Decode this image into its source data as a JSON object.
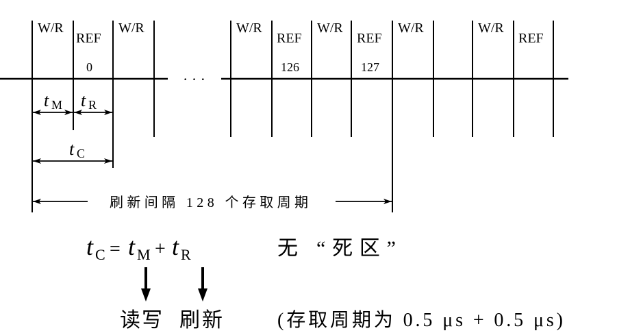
{
  "diagram": {
    "cells": [
      {
        "op": "W/R"
      },
      {
        "op": "REF",
        "row": "0"
      },
      {
        "op": "W/R"
      },
      {
        "op": "W/R"
      },
      {
        "op": "REF",
        "row": "126"
      },
      {
        "op": "W/R"
      },
      {
        "op": "REF",
        "row": "127"
      },
      {
        "op": "W/R"
      },
      {
        "op": "W/R"
      },
      {
        "op": "REF"
      }
    ],
    "ellipsis": "· · ·",
    "t_m": {
      "symbol": "t",
      "sub": "M"
    },
    "t_r": {
      "symbol": "t",
      "sub": "R"
    },
    "t_c": {
      "symbol": "t",
      "sub": "C"
    },
    "refresh_interval": "刷新间隔 128 个存取周期"
  },
  "formula": {
    "lhs_symbol": "t",
    "lhs_sub": "C",
    "eq": "=",
    "m_symbol": "t",
    "m_sub": "M",
    "plus": "+",
    "r_symbol": "t",
    "r_sub": "R"
  },
  "no_dead_zone": "无 “死区”",
  "phases": {
    "read_write": "读写",
    "refresh": "刷新"
  },
  "note": "(存取周期为 0.5 μs + 0.5 μs)",
  "colors": {
    "ink": "#000000",
    "accent": "#2a3fc7"
  }
}
